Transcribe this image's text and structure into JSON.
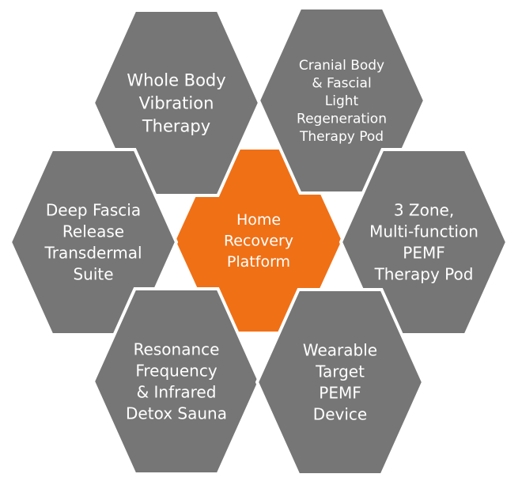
{
  "colors": {
    "outer": "#767676",
    "center": "#f07016",
    "outline": "#ffffff",
    "text": "#ffffff"
  },
  "hexagons": [
    {
      "id": "center",
      "lines": [
        "Home",
        "Recovery",
        "Platform"
      ],
      "highlight": true
    },
    {
      "id": "top-left",
      "lines": [
        "Whole Body",
        "Vibration",
        "Therapy"
      ],
      "highlight": false
    },
    {
      "id": "top-right",
      "lines": [
        "Cranial Body",
        "& Fascial",
        "Light",
        "Regeneration",
        "Therapy Pod"
      ],
      "highlight": false
    },
    {
      "id": "mid-left",
      "lines": [
        "Deep Fascia",
        "Release",
        "Transdermal",
        "Suite"
      ],
      "highlight": false
    },
    {
      "id": "mid-right",
      "lines": [
        "3 Zone,",
        "Multi-function",
        "PEMF",
        "Therapy Pod"
      ],
      "highlight": false
    },
    {
      "id": "bottom-left",
      "lines": [
        "Resonance",
        "Frequency",
        "& Infrared",
        "Detox Sauna"
      ],
      "highlight": false
    },
    {
      "id": "bottom-right",
      "lines": [
        "Wearable",
        "Target",
        "PEMF",
        "Device"
      ],
      "highlight": false
    }
  ]
}
